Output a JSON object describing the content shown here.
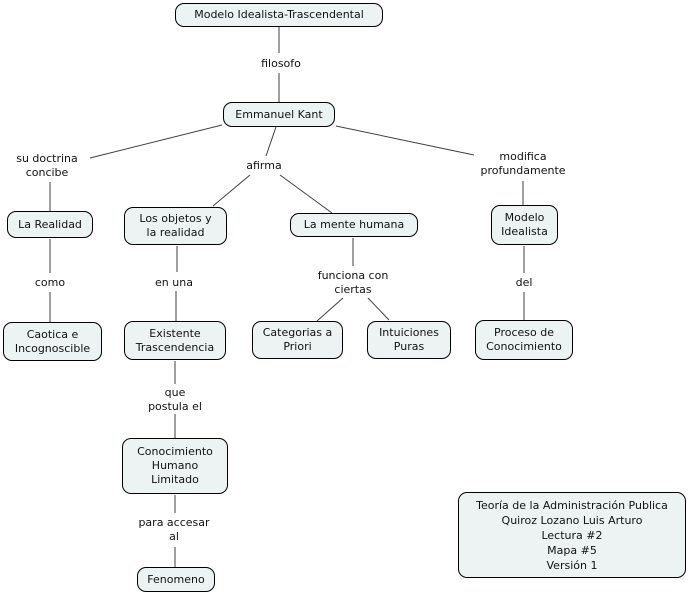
{
  "nodes": {
    "modelo_idealista_trascendental": "Modelo Idealista-Trascendental",
    "emmanuel_kant": "Emmanuel Kant",
    "la_realidad": "La Realidad",
    "los_objetos_y_la_realidad": "Los objetos y\nla realidad",
    "la_mente_humana": "La mente humana",
    "modelo_idealista": "Modelo\nIdealista",
    "caotica_e_incognoscible": "Caotica e\nIncognoscible",
    "existente_trascendencia": "Existente\nTrascendencia",
    "categorias_a_priori": "Categorias a\nPriori",
    "intuiciones_puras": "Intuiciones\nPuras",
    "proceso_de_conocimiento": "Proceso de\nConocimiento",
    "conocimiento_humano_limitado": "Conocimiento\nHumano\nLimitado",
    "fenomeno": "Fenomeno"
  },
  "link_labels": {
    "filosofo": "filosofo",
    "su_doctrina_concibe": "su doctrina\nconcibe",
    "afirma": "afirma",
    "modifica_profundamente": "modifica\nprofundamente",
    "como": "como",
    "en_una": "en una",
    "funciona_con_ciertas": "funciona con\nciertas",
    "del": "del",
    "que_postula_el": "que\npostula el",
    "para_accesar_al": "para accesar\nal"
  },
  "info_box": {
    "lines": [
      "Teoría de la Administración Publica",
      "Quiroz Lozano Luis Arturo",
      "Lectura #2",
      "Mapa #5",
      "Versión 1"
    ]
  },
  "colors": {
    "node_fill": "#edf3f3",
    "node_border": "#000000",
    "connector": "#3f3f3f",
    "text": "#111111",
    "background": "#ffffff"
  }
}
